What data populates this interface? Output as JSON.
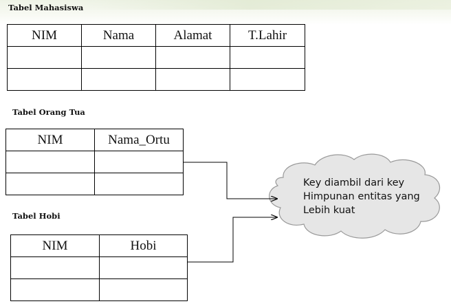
{
  "mahasiswa": {
    "title": "Tabel Mahasiswa",
    "columns": [
      "NIM",
      "Nama",
      "Alamat",
      "T.Lahir"
    ]
  },
  "orang_tua": {
    "title": "Tabel Orang Tua",
    "columns": [
      "NIM",
      "Nama_Ortu"
    ]
  },
  "hobi": {
    "title": "Tabel Hobi",
    "columns": [
      "NIM",
      "Hobi"
    ]
  },
  "note": {
    "lines": [
      "Key diambil dari key",
      "Himpunan entitas yang",
      "Lebih kuat"
    ]
  },
  "colors": {
    "key": "#e0201b",
    "line": "#000000",
    "cloud_fill": "#e6e6e6"
  }
}
